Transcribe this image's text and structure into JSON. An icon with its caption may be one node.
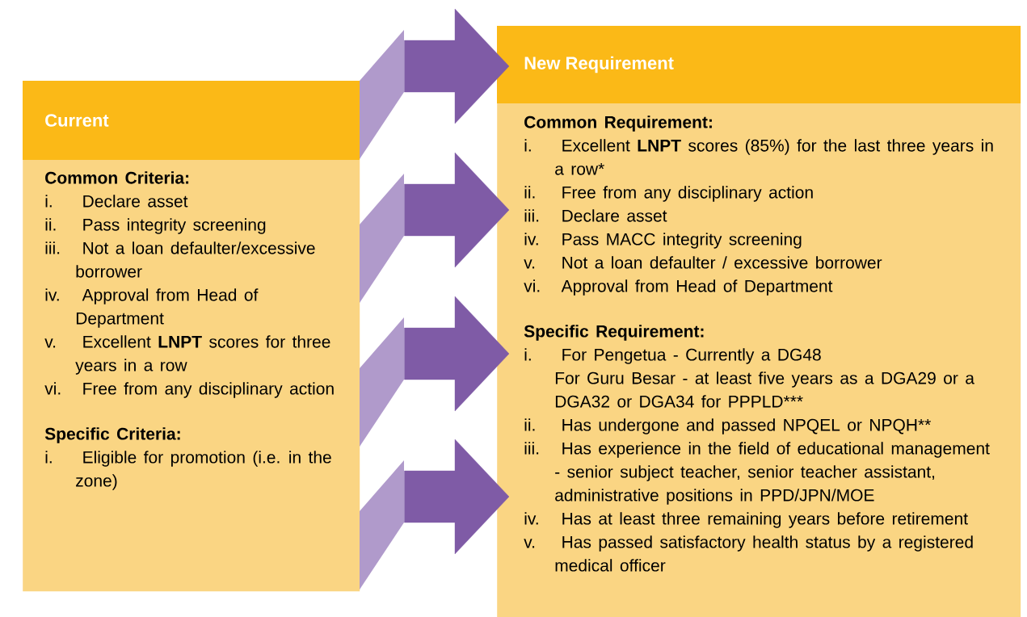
{
  "diagram": {
    "nodes": [
      {
        "text": [
          "Current",
          "Common Criteria:",
          "i.",
          "Declare asset",
          "ii.",
          "Pass integrity screening",
          "iii.",
          "Not a loan defaulter/excessive borrower",
          "iv.",
          "Approval from Head of Department",
          "v.",
          "Excellent **LNPT** scores for three years in a row",
          "vi.",
          "Free from any disciplinary action",
          "Specific Criteria:",
          "i.",
          "Eligible for promotion (i.e. in the zone)"
        ]
      },
      {
        "text": [
          "New Requirement",
          "Common Requirement:",
          "i.",
          "Excellent **LNPT** scores (85%) for the last three years in a row*",
          "ii.",
          "Free from any disciplinary action",
          "iii.",
          "Declare asset",
          "iv.",
          "Pass MACC integrity screening",
          "v.",
          "Not a loan defaulter / excessive borrower",
          "vi.",
          "Approval from Head of Department",
          "Specific Requirement:",
          "i.",
          "For Pengetua - Currently a DG48",
          "For Guru Besar - at least five years as a DGA29 or a DGA32 or DGA34 for PPPLD***",
          "ii.",
          "Has undergone and passed NPQEL or NPQH**",
          "iii.",
          "Has experience in the field of educational management - senior subject teacher, senior teacher assistant, administrative positions in PPD/JPN/MOE",
          "iv.",
          "Has at least three remaining years before retirement",
          "v.",
          "Has passed satisfactory health status by a registered medical officer"
        ]
      }
    ],
    "edges": [
      {
        "from": 0,
        "to": 1,
        "arrow": "to"
      },
      {
        "from": 0,
        "to": 1,
        "arrow": "to"
      },
      {
        "from": 0,
        "to": 1,
        "arrow": "to"
      },
      {
        "from": 0,
        "to": 1,
        "arrow": "to"
      }
    ]
  }
}
